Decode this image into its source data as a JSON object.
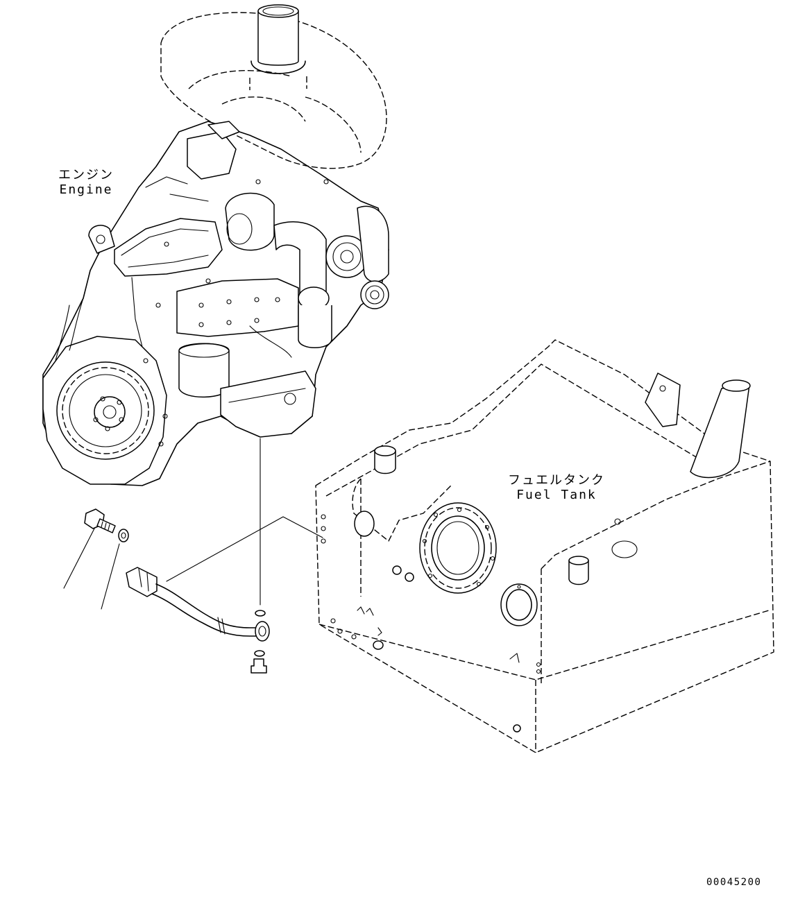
{
  "labels": {
    "engine": {
      "jp": "エンジン",
      "en": "Engine"
    },
    "fuel_tank": {
      "jp": "フュエルタンク",
      "en": "Fuel Tank"
    }
  },
  "drawing_number": "00045200"
}
